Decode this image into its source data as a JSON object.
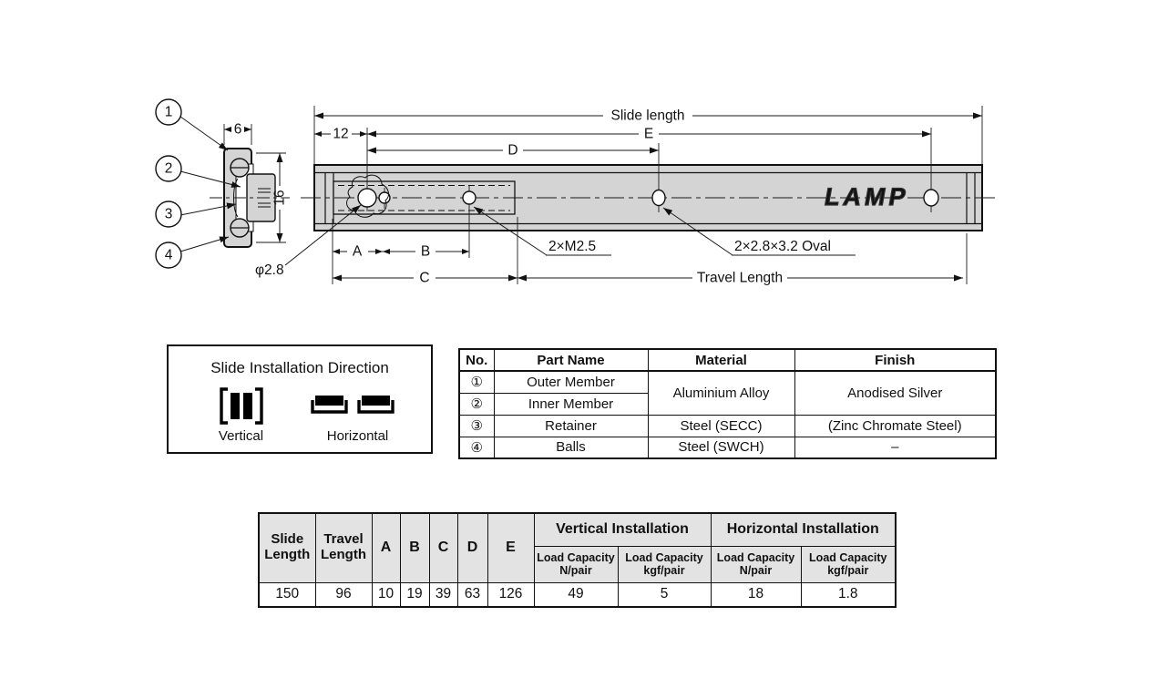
{
  "drawing": {
    "logo": "LAMP",
    "dim_labels": {
      "slide_length": "Slide length",
      "e": "E",
      "d": "D",
      "twelve": "12",
      "a": "A",
      "b": "B",
      "c": "C",
      "travel_length": "Travel Length",
      "width": "6",
      "height": "16",
      "phi_hole": "φ2.8",
      "screw_holes": "2×M2.5",
      "oval_holes": "2×2.8×3.2 Oval"
    },
    "callouts": {
      "c1": "1",
      "c2": "2",
      "c3": "3",
      "c4": "4"
    },
    "colors": {
      "body_fill": "#d4d4d4",
      "line": "#1a1a1a",
      "table_header_bg": "#e3e3e3"
    }
  },
  "installation_box": {
    "title": "Slide Installation Direction",
    "vertical_label": "Vertical",
    "horizontal_label": "Horizontal"
  },
  "parts_table": {
    "headers": {
      "no": "No.",
      "part_name": "Part Name",
      "material": "Material",
      "finish": "Finish"
    },
    "merged": {
      "material": "Aluminium Alloy",
      "finish": "Anodised Silver"
    },
    "rows": [
      {
        "no": "①",
        "part": "Outer Member"
      },
      {
        "no": "②",
        "part": "Inner Member"
      },
      {
        "no": "③",
        "part": "Retainer",
        "material": "Steel (SECC)",
        "finish": "(Zinc Chromate Steel)"
      },
      {
        "no": "④",
        "part": "Balls",
        "material": "Steel (SWCH)",
        "finish": "–"
      }
    ]
  },
  "spec_table": {
    "headers": {
      "slide_length": "Slide Length",
      "travel_length": "Travel Length",
      "a": "A",
      "b": "B",
      "c": "C",
      "d": "D",
      "e": "E",
      "vertical": "Vertical Installation",
      "horizontal": "Horizontal Installation",
      "load_n": "Load Capacity N/pair",
      "load_kgf": "Load Capacity kgf/pair"
    },
    "row": {
      "slide_length": "150",
      "travel_length": "96",
      "a": "10",
      "b": "19",
      "c": "39",
      "d": "63",
      "e": "126",
      "vertical_n": "49",
      "vertical_kgf": "5",
      "horizontal_n": "18",
      "horizontal_kgf": "1.8"
    }
  }
}
